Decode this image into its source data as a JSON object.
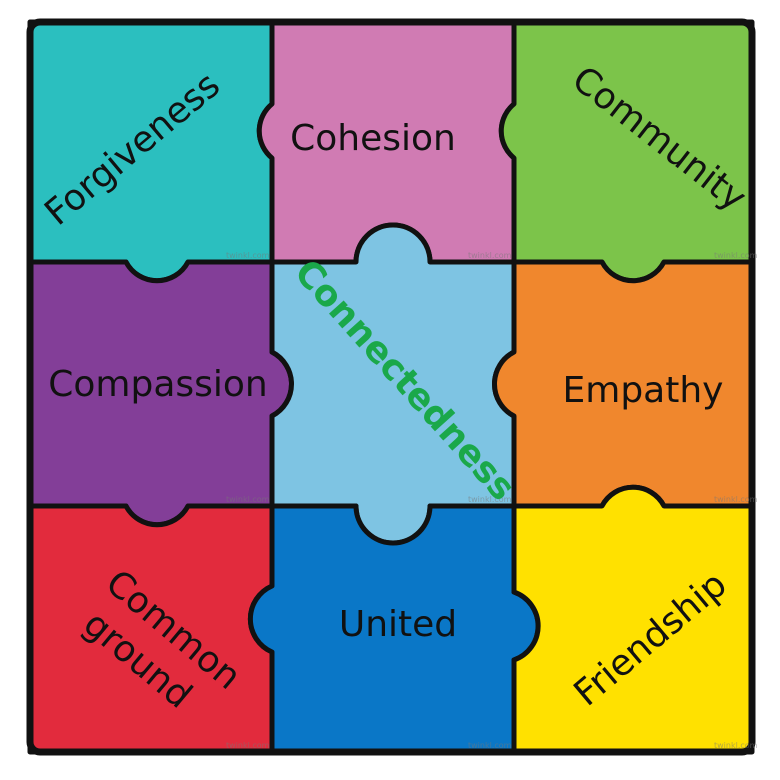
{
  "pieces": [
    {
      "id": "forgiveness",
      "label": "Forgiveness",
      "color": "#2bbfbf"
    },
    {
      "id": "cohesion",
      "label": "Cohesion",
      "color": "#d07bb3"
    },
    {
      "id": "community",
      "label": "Community",
      "color": "#7cc44a"
    },
    {
      "id": "compassion",
      "label": "Compassion",
      "color": "#833e98"
    },
    {
      "id": "connectedness",
      "label": "Connectedness",
      "color": "#7ec4e3",
      "text_color": "#1aa84a"
    },
    {
      "id": "empathy",
      "label": "Empathy",
      "color": "#f0872d"
    },
    {
      "id": "common-ground",
      "label_line1": "Common",
      "label_line2": "ground",
      "color": "#e22b3d"
    },
    {
      "id": "united",
      "label": "United",
      "color": "#0a77c7"
    },
    {
      "id": "friendship",
      "label": "Friendship",
      "color": "#ffe100"
    }
  ],
  "watermark": "twinkl.com"
}
